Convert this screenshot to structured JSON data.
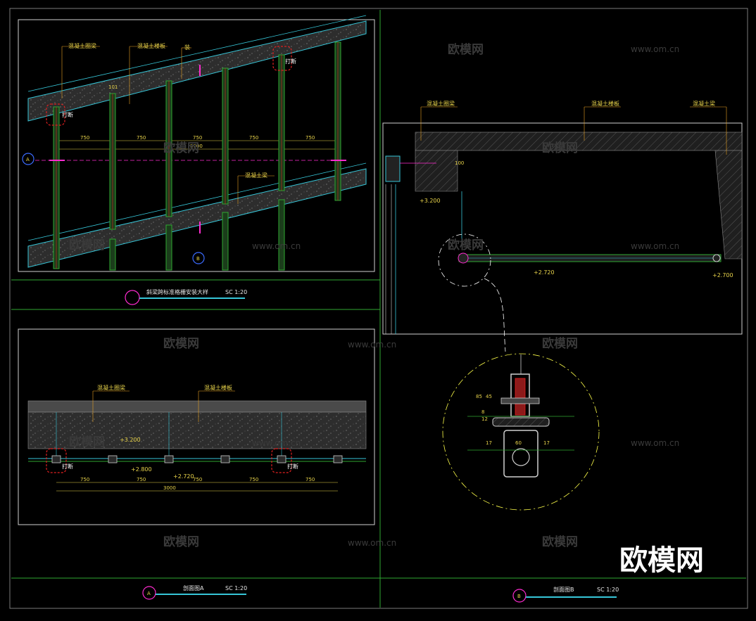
{
  "colors": {
    "frame": "#7a7a7a",
    "panel": "#2fa832",
    "concrete": "#3e3e3e",
    "yellow": "#e8d34a",
    "cyan": "#36c6d8",
    "red": "#e02020",
    "magenta": "#ff2bd0",
    "leader": "#e8a020"
  },
  "watermark": {
    "text": "欧模网",
    "url": "www.om.cn",
    "brand": "欧模网"
  },
  "panel1": {
    "labels": {
      "beam": "混凝土圈梁",
      "slab": "混凝土楼板",
      "pipe": "装",
      "beam2": "混凝土梁"
    },
    "break": "打断",
    "dims": [
      "750",
      "750",
      "750",
      "750",
      "750"
    ],
    "total": "3000",
    "small": "101",
    "axis_a": "A",
    "axis_b": "B",
    "title": "斜梁跨标准格栅安装大样",
    "scale": "SC 1:20"
  },
  "panel2": {
    "labels": {
      "beam": "混凝土圈梁",
      "slab": "混凝土楼板"
    },
    "break": "打断",
    "elev1": "+3.200",
    "elev2": "+2.800",
    "elev3": "+2.720",
    "dims": [
      "750",
      "750",
      "750",
      "750",
      "750"
    ],
    "total": "3000",
    "title": "剖面图A",
    "scale": "SC 1:20",
    "axis": "A"
  },
  "panel3": {
    "labels": {
      "beam": "混凝土圈梁",
      "slab": "混凝土楼板",
      "beam2": "混凝土梁"
    },
    "small": "100",
    "elev1": "+3.200",
    "elev2": "+2.720",
    "elev3": "+2.700",
    "detail_dims": [
      "45",
      "85",
      "17",
      "60",
      "17",
      "8",
      "12"
    ],
    "title": "剖面图B",
    "scale": "SC 1:20",
    "axis": "B"
  }
}
